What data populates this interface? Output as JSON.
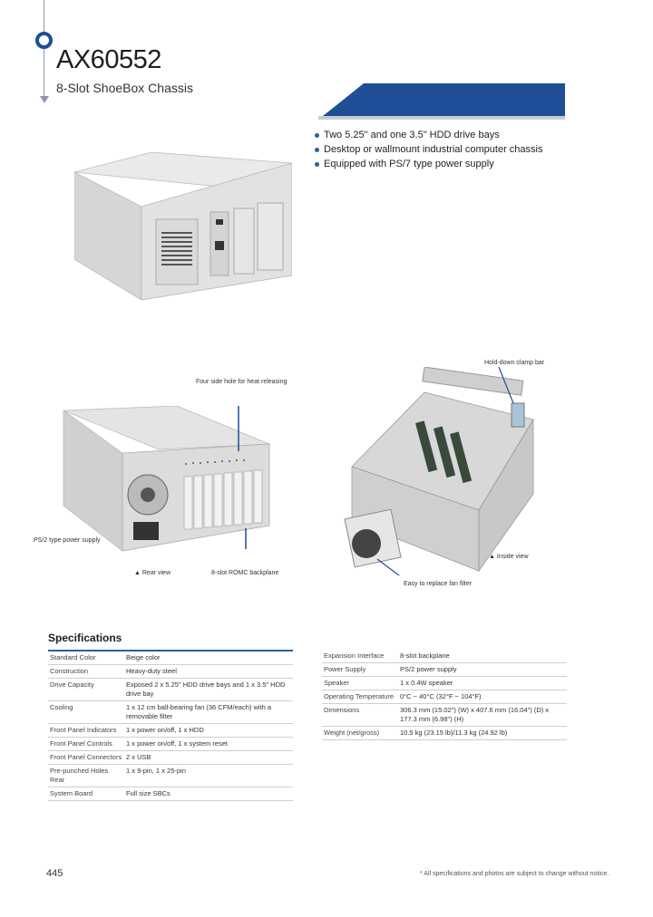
{
  "header": {
    "title": "AX60552",
    "subtitle": "8-Slot ShoeBox Chassis",
    "accent_color": "#1f4e96"
  },
  "features": [
    "Two 5.25\" and one 3.5\" HDD drive bays",
    "Desktop or wallmount industrial computer chassis",
    "Equipped with PS/7 type power supply"
  ],
  "callouts": {
    "four_side_hole": "Four side hole for heat releasing",
    "ps2_power": "PS/2 type power supply",
    "rear_view": "▲ Rear view",
    "romc_backplane": "8-slot ROMC backplane",
    "hold_down_clamp": "Hold-down clamp bar",
    "inside_view": "▲ Inside view",
    "fan_filter": "Easy to replace fan filter"
  },
  "specs": {
    "title": "Specifications",
    "left": [
      {
        "label": "Standard Color",
        "value": "Beige color"
      },
      {
        "label": "Construction",
        "value": "Heavy-duty steel"
      },
      {
        "label": "Drive Capacity",
        "value": "Exposed 2 x 5.25\" HDD drive bays and 1 x 3.5\" HDD drive bay"
      },
      {
        "label": "Cooling",
        "value": "1 x 12 cm ball-bearing fan (36 CFM/each) with a removable filter"
      },
      {
        "label": "Front Panel Indicators",
        "value": "1 x power on/off, 1 x HDD"
      },
      {
        "label": "Front Panel Controls",
        "value": "1 x power on/off, 1 x system reset"
      },
      {
        "label": "Front Panel Connectors",
        "value": "2 x USB"
      },
      {
        "label": "Pre-punched Holes Rear",
        "value": "1 x 9-pin, 1 x 25-pin"
      },
      {
        "label": "System Board",
        "value": "Full size SBCs"
      }
    ],
    "right": [
      {
        "label": "Expansion Interface",
        "value": "8-slot backplane"
      },
      {
        "label": "Power Supply",
        "value": "PS/2 power supply"
      },
      {
        "label": "Speaker",
        "value": "1 x 0.4W speaker"
      },
      {
        "label": "Operating Temperature",
        "value": "0°C ~ 40°C (32°F ~ 104°F)"
      },
      {
        "label": "Dimensions",
        "value": "306.3 mm (15.02\") (W) x 407.6 mm (16.04\") (D) x 177.3 mm (6.98\") (H)"
      },
      {
        "label": "Weight (net/gross)",
        "value": "10.5 kg (23.15 lb)/11.3 kg (24.92 lb)"
      }
    ]
  },
  "footer": {
    "page_number": "445",
    "note": "* All specifications and photos are subject to change without notice."
  }
}
